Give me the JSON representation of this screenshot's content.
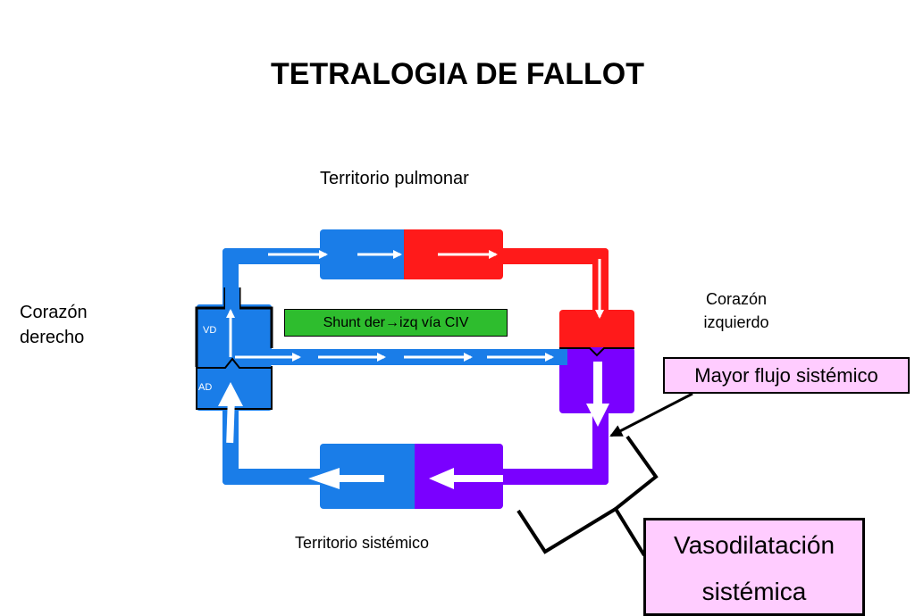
{
  "title": "TETRALOGIA DE FALLOT",
  "labels": {
    "pulmonary_territory": "Territorio pulmonar",
    "systemic_territory": "Territorio sistémico",
    "right_heart_line1": "Corazón",
    "right_heart_line2": "derecho",
    "left_heart_line1": "Corazón",
    "left_heart_line2": "izquierdo",
    "right_ventricle": "VD",
    "right_atrium": "AD"
  },
  "shunt": {
    "prefix": "Shunt der",
    "arrow": "→",
    "suffix": "izq vía CIV"
  },
  "callouts": {
    "greater_flow": "Mayor flujo sistémico",
    "vasodilation_line1": "Vasodilatación",
    "vasodilation_line2": "sistémica"
  },
  "colors": {
    "venous_blue": "#1a7de8",
    "arterial_red": "#ff1a1a",
    "mixed_purple": "#7a00ff",
    "shunt_green": "#2ebd2e",
    "callout_pink": "#ffccff"
  }
}
